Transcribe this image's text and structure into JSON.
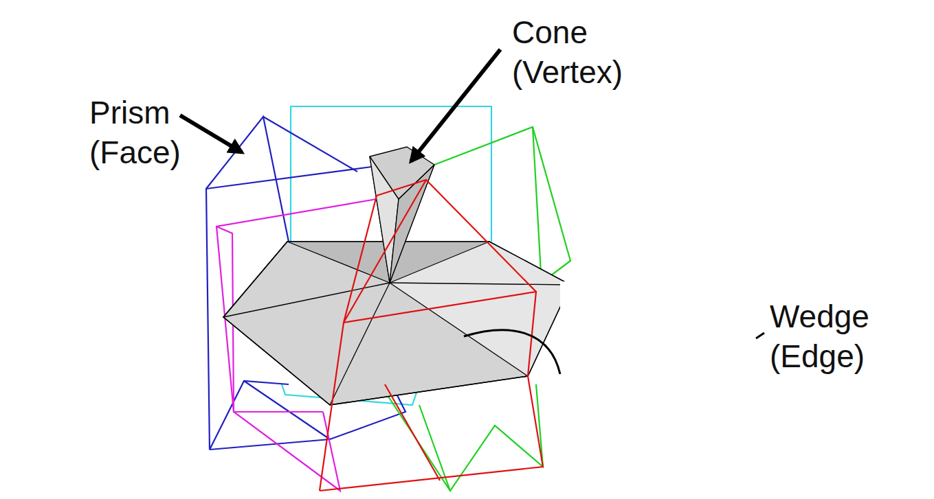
{
  "diagram": {
    "labels": [
      "Prism (Face)",
      "Cone (Vertex)",
      "Wedge (Edge)"
    ]
  }
}
